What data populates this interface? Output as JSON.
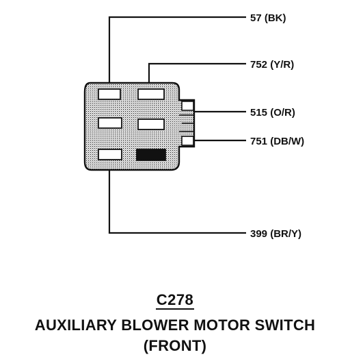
{
  "connector": {
    "id": "C278",
    "name": "AUXILIARY BLOWER MOTOR SWITCH",
    "subname": "(FRONT)"
  },
  "wires": [
    {
      "circuit": "57",
      "color": "BK",
      "label": "57 (BK)"
    },
    {
      "circuit": "752",
      "color": "Y/R",
      "label": "752 (Y/R)"
    },
    {
      "circuit": "515",
      "color": "O/R",
      "label": "515 (O/R)"
    },
    {
      "circuit": "751",
      "color": "DB/W",
      "label": "751 (DB/W)"
    },
    {
      "circuit": "399",
      "color": "BR/Y",
      "label": "399 (BR/Y)"
    }
  ]
}
